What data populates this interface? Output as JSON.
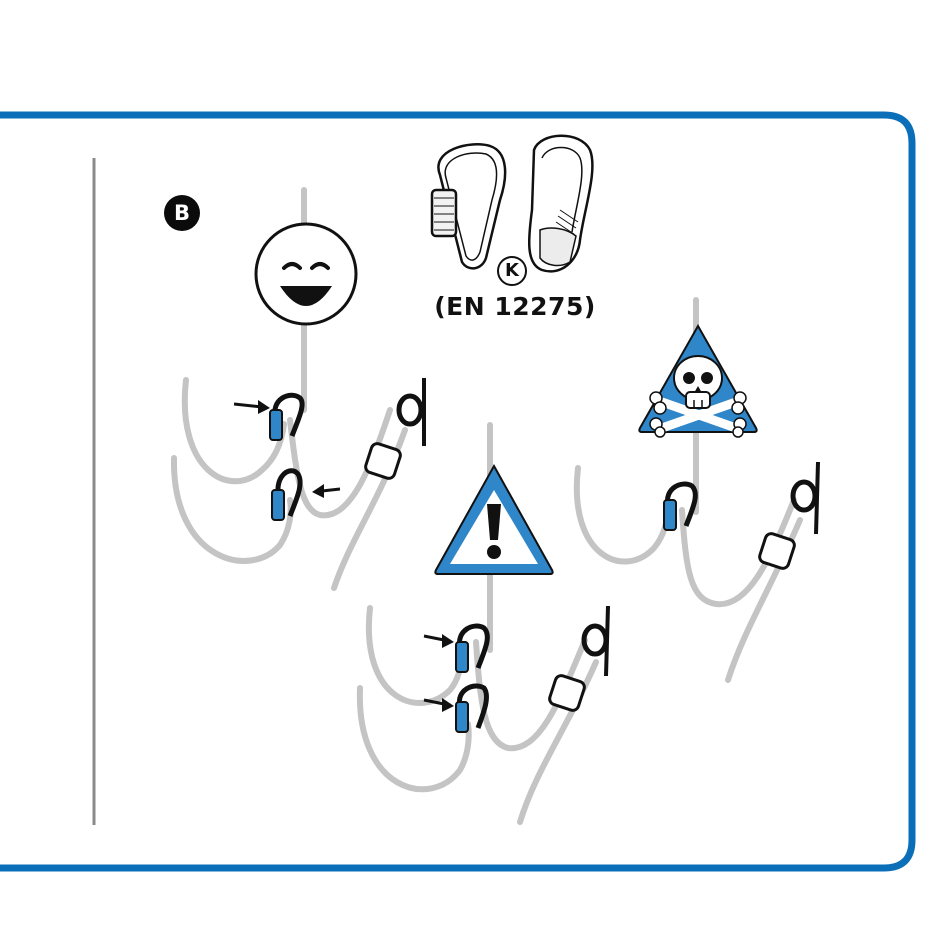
{
  "section_label": "B",
  "certification": {
    "mark": "K",
    "standard": "(EN 12275)"
  },
  "colors": {
    "frame_blue": "#0a6fb8",
    "rope_gray": "#c4c4c4",
    "carabiner_blue": "#2f86c8",
    "ink": "#111111"
  },
  "icons": {
    "ok": "smiley-face-icon",
    "warning": "warning-triangle-icon",
    "danger": "skull-crossbones-icon"
  }
}
